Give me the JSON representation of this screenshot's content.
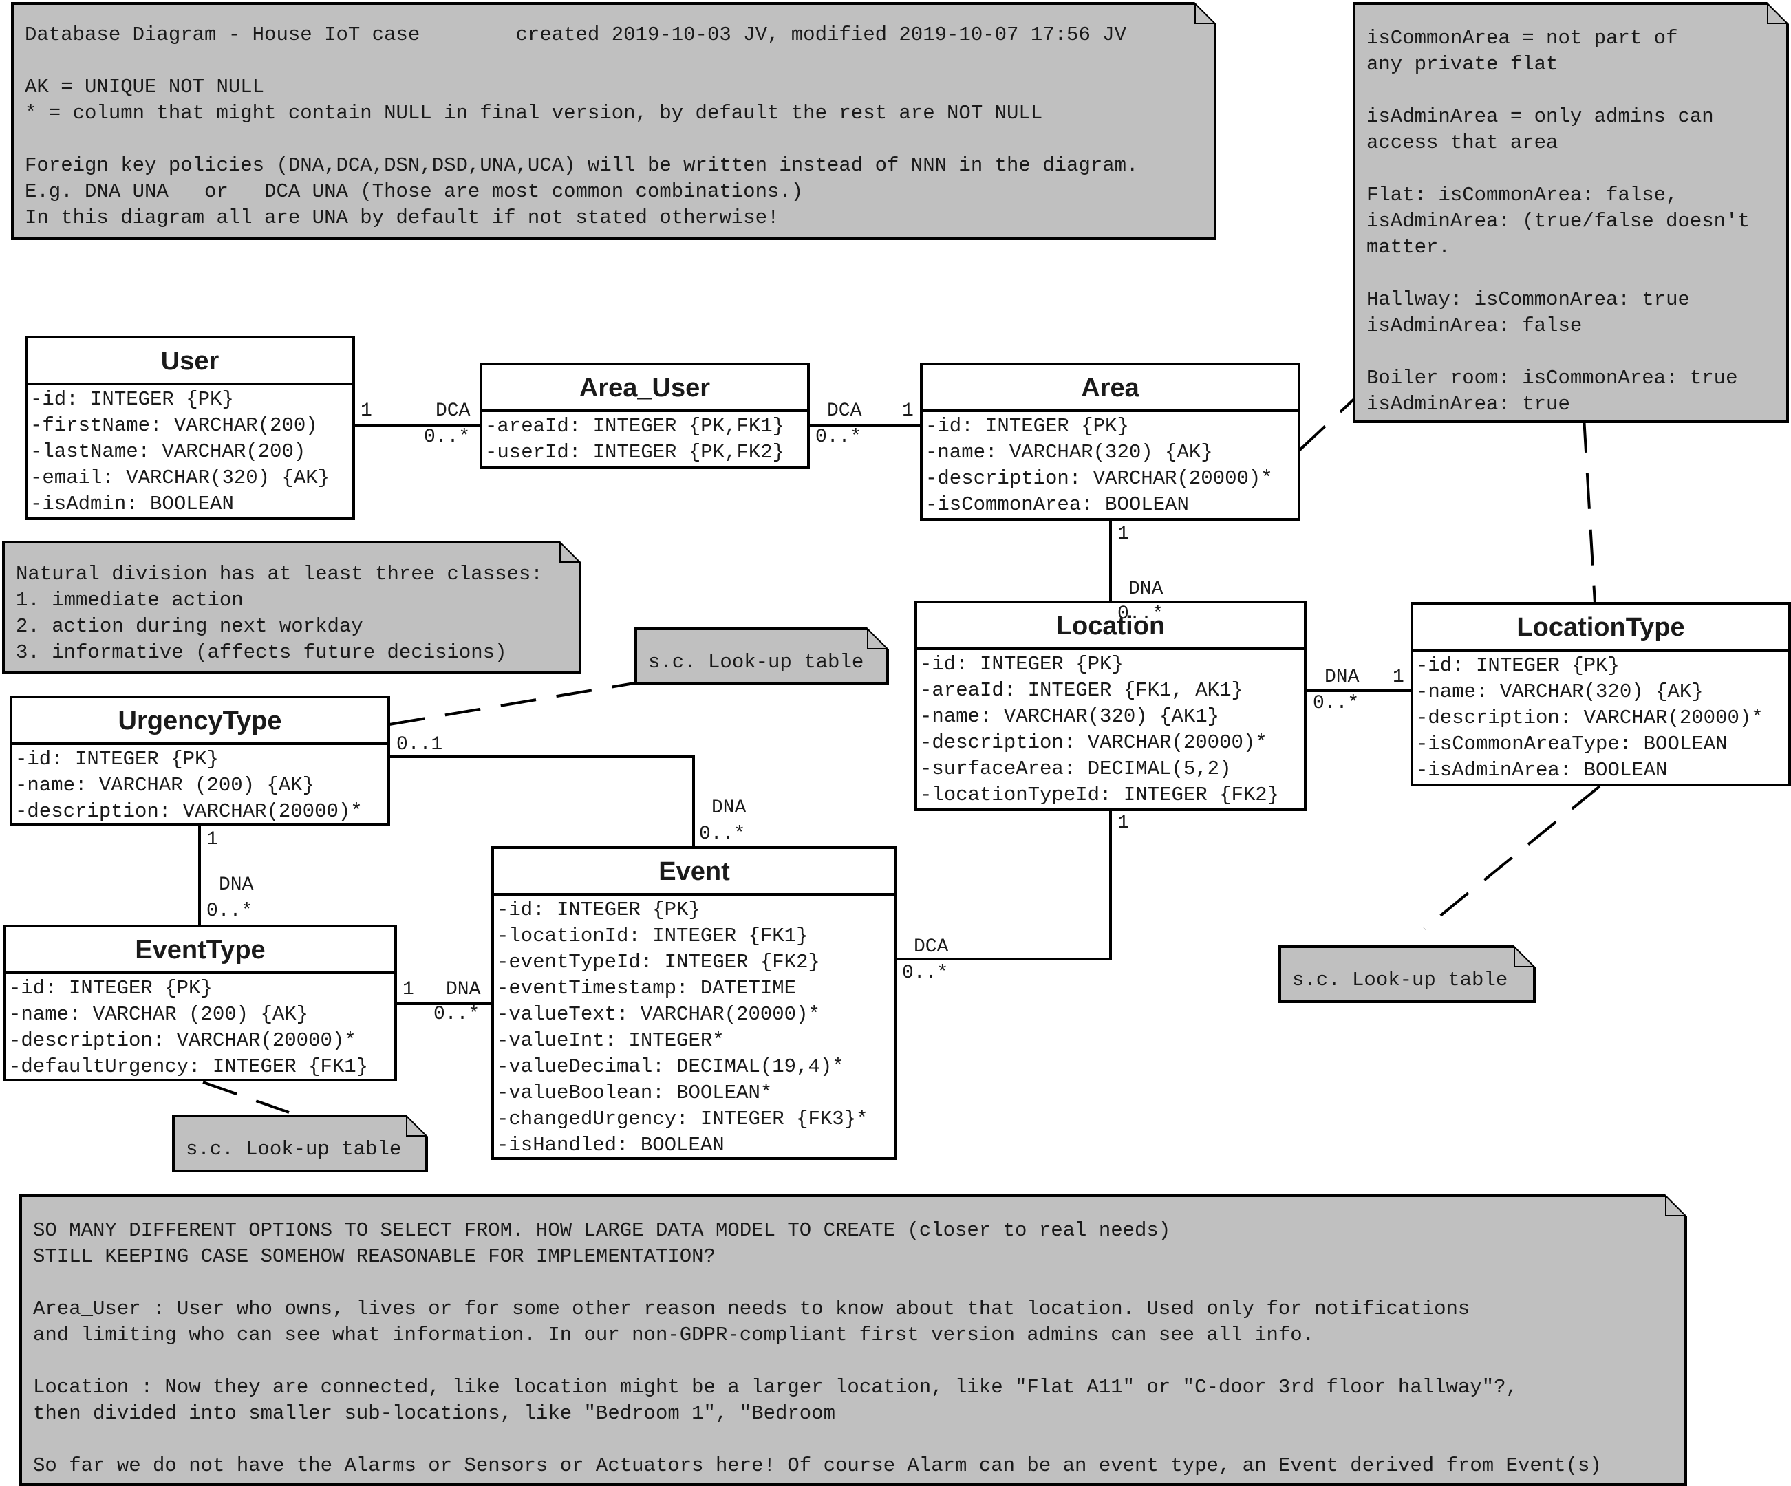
{
  "notes": {
    "header": {
      "lines": [
        "Database Diagram - House IoT case        created 2019-10-03 JV, modified 2019-10-07 17:56 JV",
        "",
        "AK = UNIQUE NOT NULL",
        "* = column that might contain NULL in final version, by default the rest are NOT NULL",
        "",
        "Foreign key policies (DNA,DCA,DSN,DSD,UNA,UCA) will be written instead of NNN in the diagram.",
        "E.g. DNA UNA   or   DCA UNA (Those are most common combinations.)",
        "In this diagram all are UNA by default if not stated otherwise!"
      ]
    },
    "area_types": {
      "lines": [
        "isCommonArea = not part of",
        "any private flat",
        "",
        "isAdminArea = only admins can",
        "access that area",
        "",
        "Flat: isCommonArea: false,",
        "isAdminArea: (true/false doesn't",
        "matter.",
        "",
        "Hallway: isCommonArea: true",
        "isAdminArea: false",
        "",
        "Boiler room: isCommonArea: true",
        "isAdminArea: true"
      ]
    },
    "division": {
      "lines": [
        "Natural division has at least three classes:",
        "1. immediate action",
        "2. action during next workday",
        "3. informative (affects future decisions)"
      ]
    },
    "lookup_urgency": {
      "lines": [
        "s.c. Look-up table"
      ]
    },
    "lookup_locationtype": {
      "lines": [
        "s.c. Look-up table"
      ]
    },
    "lookup_eventtype": {
      "lines": [
        "s.c. Look-up table"
      ]
    },
    "bottom": {
      "lines": [
        "SO MANY DIFFERENT OPTIONS TO SELECT FROM. HOW LARGE DATA MODEL TO CREATE (closer to real needs)",
        "STILL KEEPING CASE SOMEHOW REASONABLE FOR IMPLEMENTATION?",
        "",
        "Area_User : User who owns, lives or for some other reason needs to know about that location. Used only for notifications",
        "and limiting who can see what information. In our non-GDPR-compliant first version admins can see all info.",
        "",
        "Location : Now they are connected, like location might be a larger location, like \"Flat A11\" or \"C-door 3rd floor hallway\"?,",
        "then divided into smaller sub-locations, like \"Bedroom 1\", \"Bedroom",
        "",
        "So far we do not have the Alarms or Sensors or Actuators here! Of course Alarm can be an event type, an Event derived from Event(s)"
      ]
    }
  },
  "classes": {
    "user": {
      "name": "User",
      "attributes": [
        "-id: INTEGER {PK}",
        "-firstName: VARCHAR(200)",
        "-lastName: VARCHAR(200)",
        "-email: VARCHAR(320) {AK}",
        "-isAdmin: BOOLEAN"
      ]
    },
    "area_user": {
      "name": "Area_User",
      "attributes": [
        "-areaId: INTEGER {PK,FK1}",
        "-userId: INTEGER {PK,FK2}"
      ]
    },
    "area": {
      "name": "Area",
      "attributes": [
        "-id: INTEGER {PK}",
        "-name: VARCHAR(320) {AK}",
        "-description: VARCHAR(20000)*",
        "-isCommonArea: BOOLEAN"
      ]
    },
    "location": {
      "name": "Location",
      "attributes": [
        "-id: INTEGER {PK}",
        "-areaId: INTEGER {FK1, AK1}",
        "-name: VARCHAR(320) {AK1}",
        "-description: VARCHAR(20000)*",
        "-surfaceArea: DECIMAL(5,2)",
        "-locationTypeId: INTEGER {FK2}"
      ]
    },
    "locationtype": {
      "name": "LocationType",
      "attributes": [
        "-id: INTEGER {PK}",
        "-name: VARCHAR(320) {AK}",
        "-description: VARCHAR(20000)*",
        "-isCommonAreaType: BOOLEAN",
        "-isAdminArea: BOOLEAN"
      ]
    },
    "urgencytype": {
      "name": "UrgencyType",
      "attributes": [
        "-id: INTEGER {PK}",
        "-name: VARCHAR (200) {AK}",
        "-description: VARCHAR(20000)*"
      ]
    },
    "eventtype": {
      "name": "EventType",
      "attributes": [
        "-id: INTEGER {PK}",
        "-name: VARCHAR (200) {AK}",
        "-description: VARCHAR(20000)*",
        "-defaultUrgency: INTEGER {FK1}"
      ]
    },
    "event": {
      "name": "Event",
      "attributes": [
        "-id: INTEGER {PK}",
        "-locationId: INTEGER {FK1}",
        "-eventTypeId: INTEGER {FK2}",
        "-eventTimestamp: DATETIME",
        "-valueText: VARCHAR(20000)*",
        "-valueInt: INTEGER*",
        "-valueDecimal: DECIMAL(19,4)*",
        "-valueBoolean: BOOLEAN*",
        "-changedUrgency: INTEGER {FK3}*",
        "-isHandled: BOOLEAN"
      ]
    }
  },
  "relations": {
    "user_areauser": {
      "mult_left": "1",
      "policy": "DCA",
      "mult_right": "0..*"
    },
    "areauser_area": {
      "policy": "DCA",
      "mult_left": "0..*",
      "mult_right": "1"
    },
    "area_location": {
      "mult_top": "1",
      "policy": "DNA",
      "mult_bottom": "0..*"
    },
    "location_locationtype": {
      "policy": "DNA",
      "mult_left": "0..*",
      "mult_right": "1"
    },
    "urgency_event": {
      "mult_left": "0..1",
      "policy": "DNA",
      "mult_right": "0..*"
    },
    "urgency_eventtype": {
      "mult_top": "1",
      "policy": "DNA",
      "mult_bottom": "0..*"
    },
    "eventtype_event": {
      "mult_left": "1",
      "policy": "DNA",
      "mult_right": "0..*"
    },
    "location_event": {
      "mult_top": "1",
      "policy": "DCA",
      "mult_left": "0..*"
    }
  }
}
